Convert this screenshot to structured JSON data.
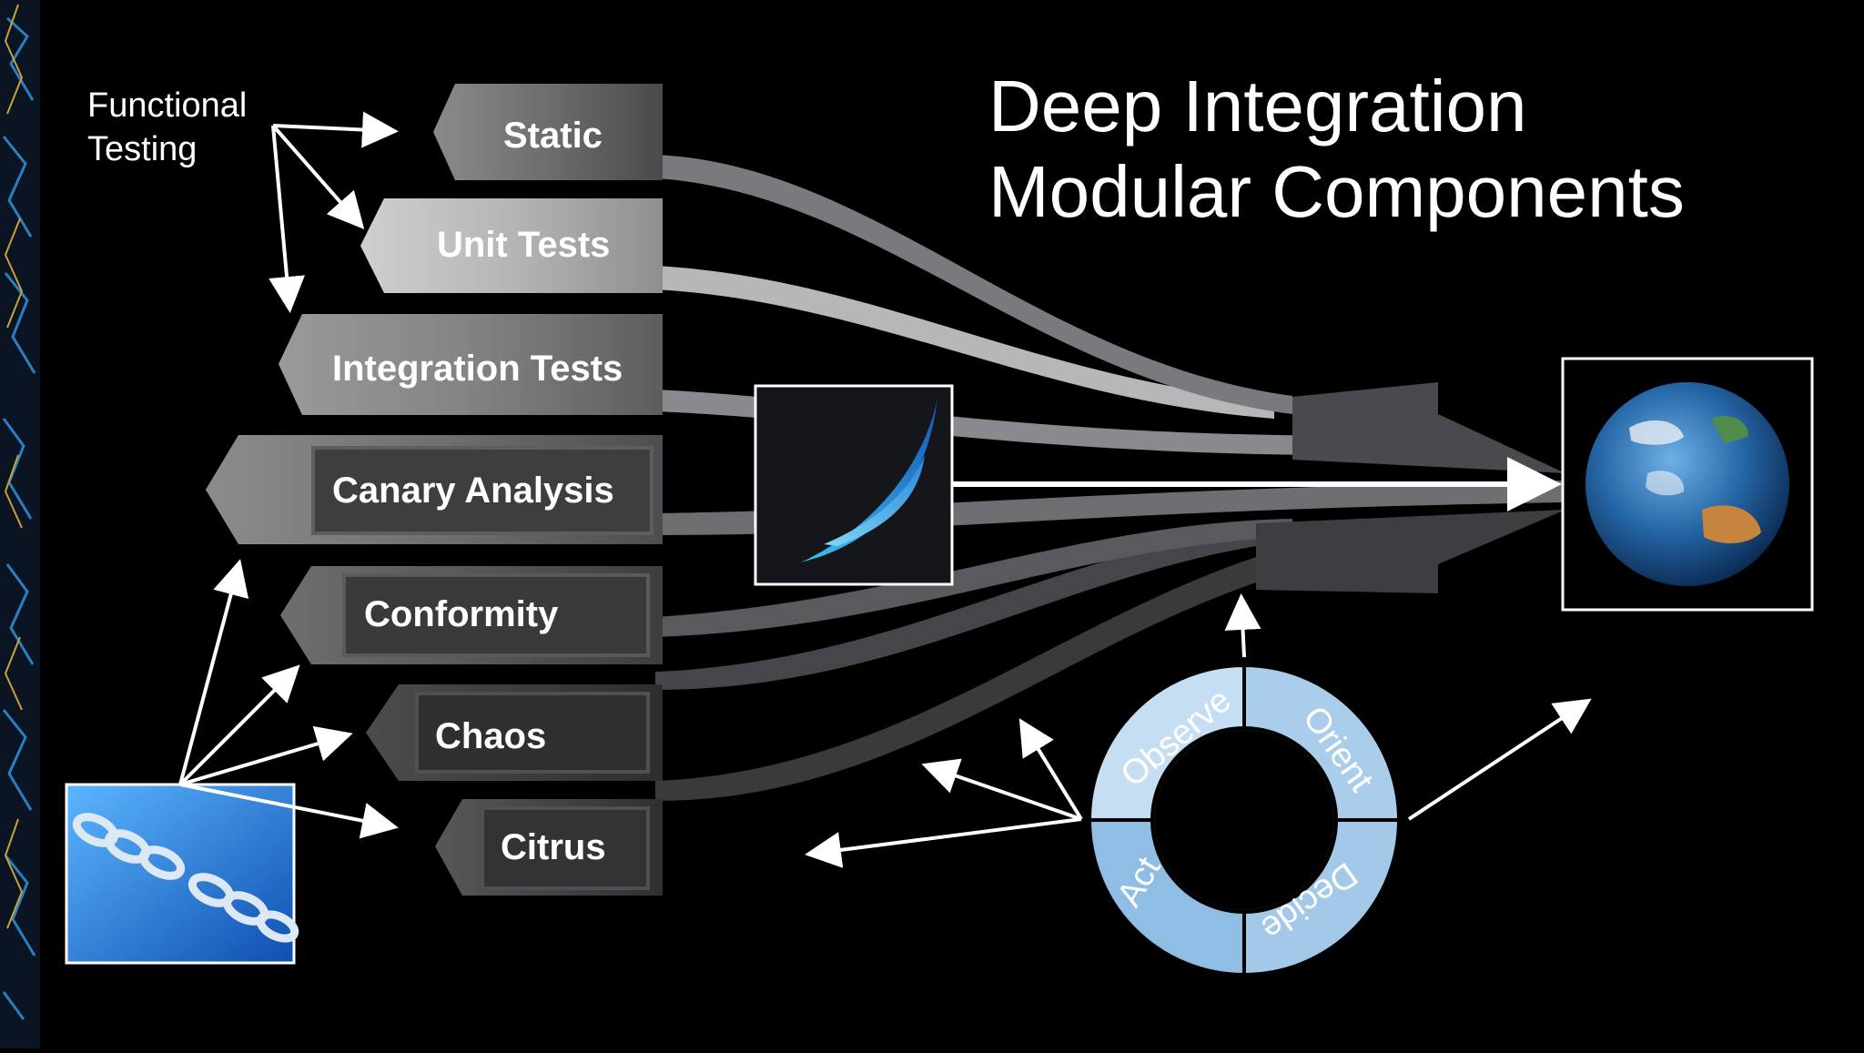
{
  "title": {
    "line1": "Deep Integration",
    "line2": "Modular Components"
  },
  "functional_testing": {
    "line1": "Functional",
    "line2": "Testing"
  },
  "stages": [
    {
      "label": "Static"
    },
    {
      "label": "Unit Tests"
    },
    {
      "label": "Integration Tests"
    },
    {
      "label": "Canary Analysis"
    },
    {
      "label": "Conformity"
    },
    {
      "label": "Chaos"
    },
    {
      "label": "Citrus"
    }
  ],
  "ooda_cycle": {
    "segments": [
      "Observe",
      "Orient",
      "Decide",
      "Act"
    ]
  },
  "images": {
    "spinnaker_logo": "sail-logo-icon",
    "earth": "earth-globe-icon",
    "chain": "broken-chain-icon"
  },
  "colors": {
    "background": "#000000",
    "stage_light": "#c9c9cc",
    "stage_mid": "#7d7d80",
    "stage_dark": "#3a3a3c",
    "ooda_blue": "#8fbde3",
    "ooda_light": "#c6def2",
    "accent_blue": "#1e8fd6"
  }
}
